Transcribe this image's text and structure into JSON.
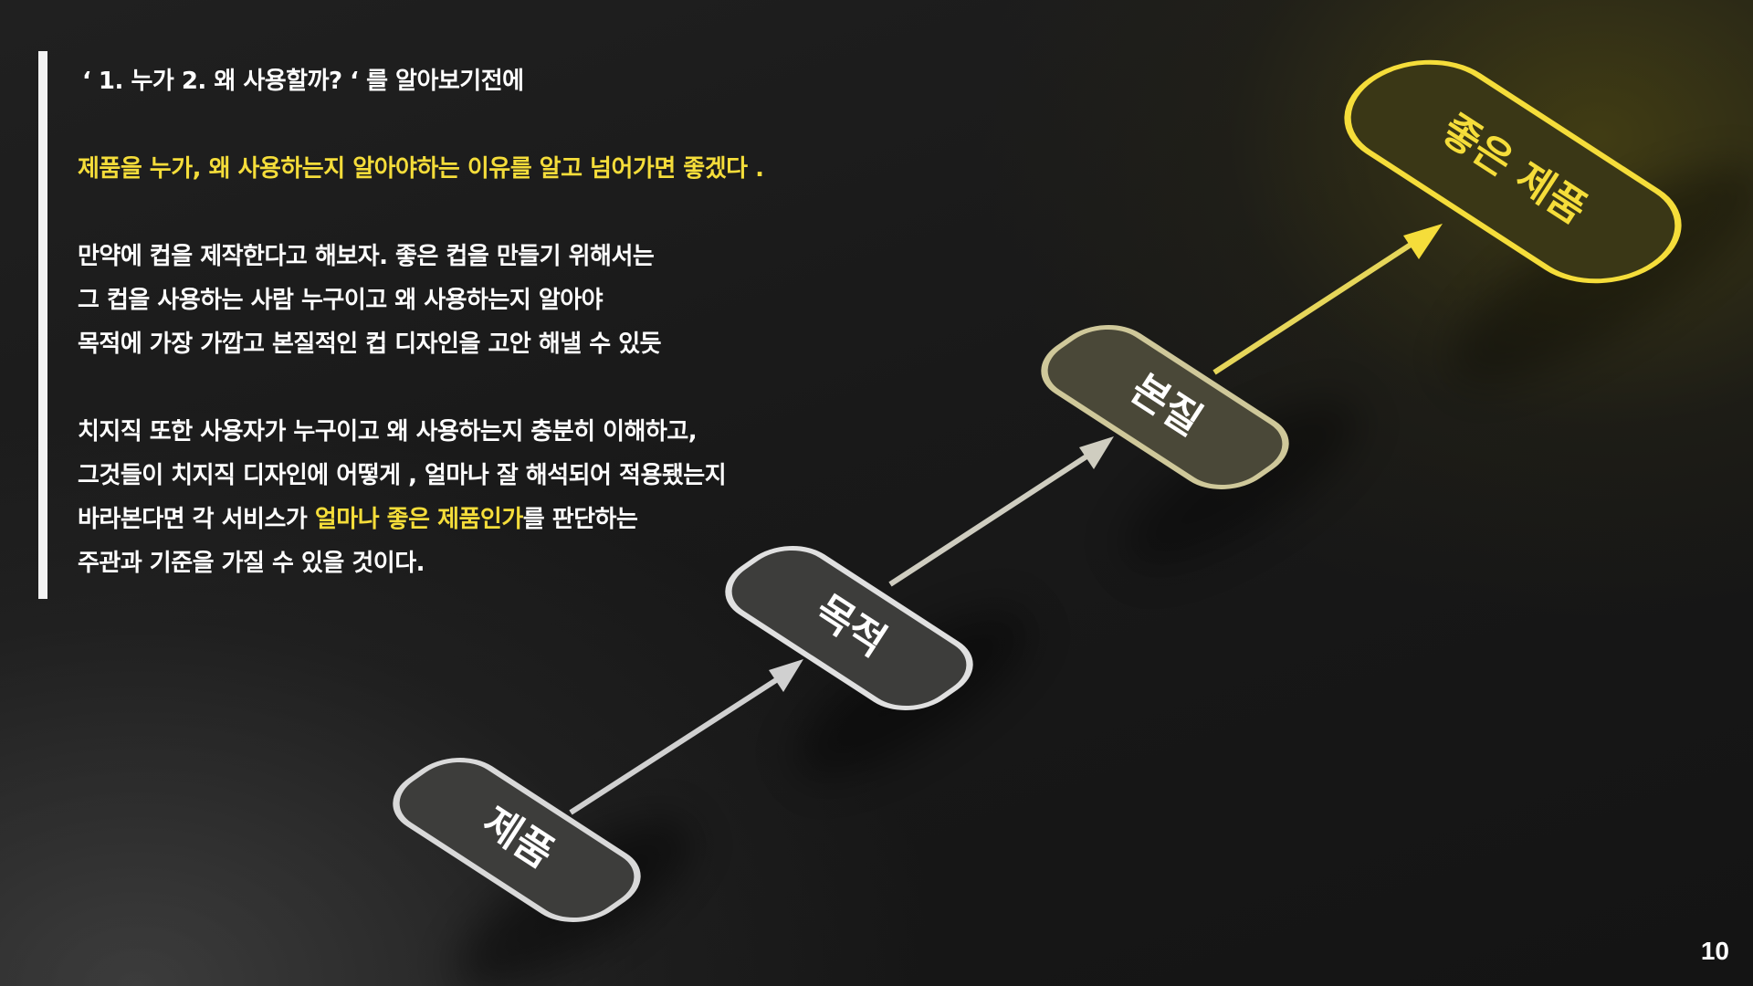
{
  "intro": {
    "line1": "‘ 1. 누가  2. 왜 사용할까? ‘ 를 알아보기전에",
    "line2": "제품을 누가,  왜 사용하는지 알아야하는 이유를 알고 넘어가면 좋겠다 .",
    "para1": [
      "만약에 컵을 제작한다고 해보자. 좋은 컵을 만들기 위해서는",
      "그 컵을 사용하는 사람 누구이고  왜 사용하는지 알아야",
      "목적에 가장 가깝고  본질적인 컵 디자인을 고안 해낼 수 있듯"
    ],
    "para2": [
      "치지직 또한 사용자가 누구이고 왜 사용하는지 충분히 이해하고,",
      "그것들이 치지직 디자인에 어떻게 , 얼마나 잘 해석되어 적용됐는지"
    ],
    "para2_line3_before": "바라본다면 각 서비스가 ",
    "para2_line3_highlight": "얼마나 좋은 제품인가",
    "para2_line3_after": "를 판단하는",
    "para2_line4": "주관과 기준을 가질 수 있을 것이다."
  },
  "diagram": {
    "nodes": [
      "제품",
      "목적",
      "본질",
      "좋은 제품"
    ]
  },
  "page_number": "10",
  "colors": {
    "accent_yellow": "#f5dd3a",
    "text_white": "#ffffff",
    "node_fill": "#3d3d3b",
    "node_border": "#d9d9d9"
  }
}
